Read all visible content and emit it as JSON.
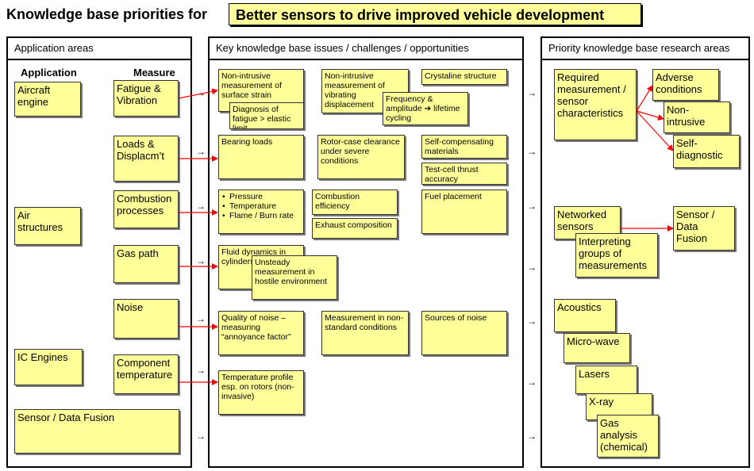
{
  "title": {
    "prefix": "Knowledge base priorities for",
    "highlight": "Better sensors to drive improved vehicle development"
  },
  "panels": {
    "applications": {
      "header": "Application areas",
      "col_application": "Application",
      "col_measure": "Measure",
      "applications": [
        "Aircraft engine",
        "Air structures",
        "IC Engines",
        "Sensor / Data Fusion"
      ],
      "measures": [
        "Fatigue & Vibration",
        "Loads & Displacm’t",
        "Combustion processes",
        "Gas path",
        "Noise",
        "Component temperature"
      ]
    },
    "issues": {
      "header": "Key knowledge base issues / challenges / opportunities",
      "notes": {
        "strain": "Non-intrusive measurement of surface strain",
        "fatigue": "Diagnosis of fatigue > elastic limit",
        "vibrating": "Non-intrusive measurement of vibrating displacement",
        "frequency": "Frequency & amplitude ➔ lifetime cycling",
        "crystaline": "Crystaline structure",
        "bearing": "Bearing loads",
        "rotor": "Rotor-case clearance under severe conditions",
        "selfcomp": "Self-compensating materials",
        "thrust": "Test-cell thrust accuracy",
        "pressure_items": [
          "Pressure",
          "Temperature",
          "Flame / Burn rate"
        ],
        "comb_eff": "Combustion efficiency",
        "exhaust": "Exhaust composition",
        "fuel": "Fuel placement",
        "fluid": "Fluid dynamics in cylinders",
        "unsteady": "Unsteady measurement in hostile environment",
        "quality_noise": "Quality of noise – measuring “annoyance factor”",
        "nonstd": "Measurement in non-standard conditions",
        "sources_noise": "Sources of noise",
        "temp_profile": "Temperature profile esp. on rotors (non-invasive)"
      }
    },
    "research": {
      "header": "Priority knowledge base research areas",
      "notes": {
        "required": "Required measurement / sensor characteristics",
        "adverse": "Adverse conditions",
        "nonintrusive": "Non-intrusive",
        "selfdiag": "Self-diagnostic",
        "networked": "Networked sensors",
        "interpreting": "Interpreting groups of measurements",
        "fusion": "Sensor / Data Fusion",
        "acoustics": "Acoustics",
        "microwave": "Micro-wave",
        "lasers": "Lasers",
        "xray": "X-ray",
        "gas": "Gas analysis (chemical)"
      }
    }
  },
  "colors": {
    "note_fill": "#ffff99",
    "link_red": "#ff0000"
  },
  "connector_glyph": "→"
}
